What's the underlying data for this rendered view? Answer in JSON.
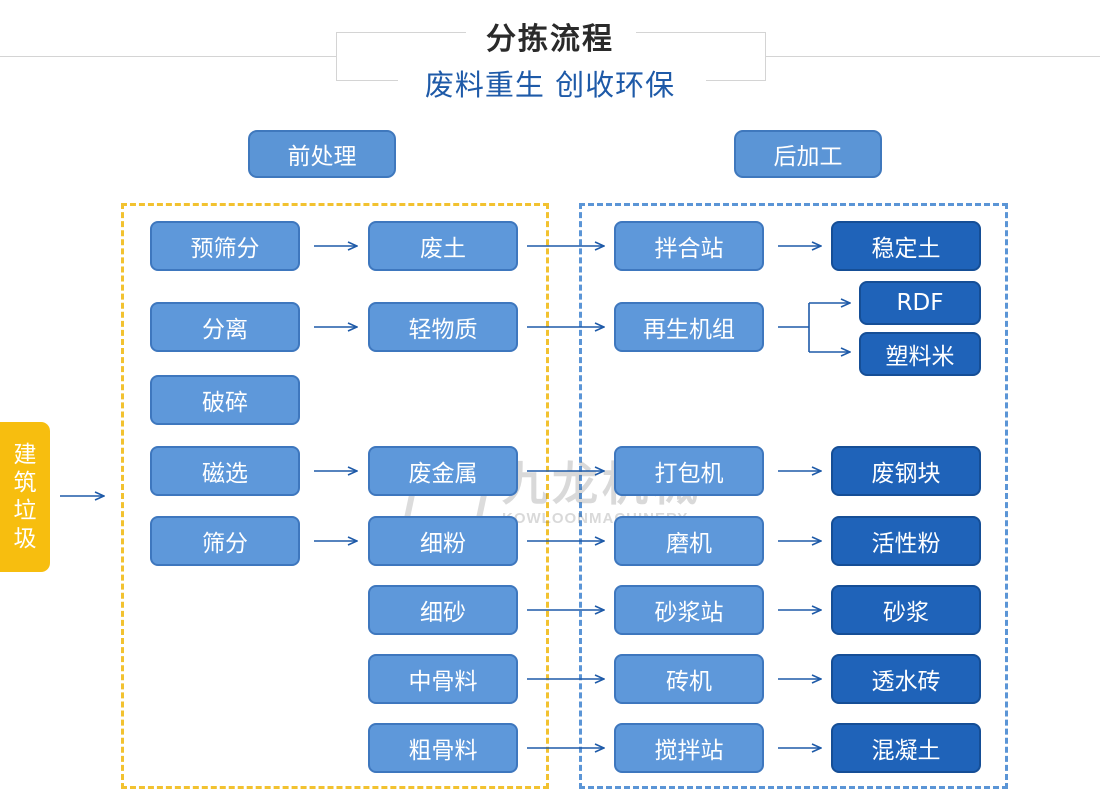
{
  "header": {
    "title": "分拣流程",
    "subtitle": "废料重生 创收环保"
  },
  "sections": {
    "pre": "前处理",
    "post": "后加工"
  },
  "source": "建筑垃圾",
  "pre_steps": [
    "预筛分",
    "分离",
    "破碎",
    "磁选",
    "筛分"
  ],
  "materials": [
    "废土",
    "轻物质",
    "废金属",
    "细粉",
    "细砂",
    "中骨料",
    "粗骨料"
  ],
  "machines": [
    "拌合站",
    "再生机组",
    "打包机",
    "磨机",
    "砂浆站",
    "砖机",
    "搅拌站"
  ],
  "products": [
    "稳定土",
    "RDF",
    "塑料米",
    "废钢块",
    "活性粉",
    "砂浆",
    "透水砖",
    "混凝土"
  ],
  "watermark": {
    "name_cn": "九龙机械",
    "name_en": "KOWLOONMACHINERY"
  },
  "colors": {
    "box_light": "#5e98da",
    "box_dark": "#1f63b9",
    "source": "#f7be0f",
    "pre_zone": "#f2c230",
    "post_zone": "#5b95d6",
    "subtitle": "#1e5aa8",
    "arrow": "#1e5aa8"
  }
}
